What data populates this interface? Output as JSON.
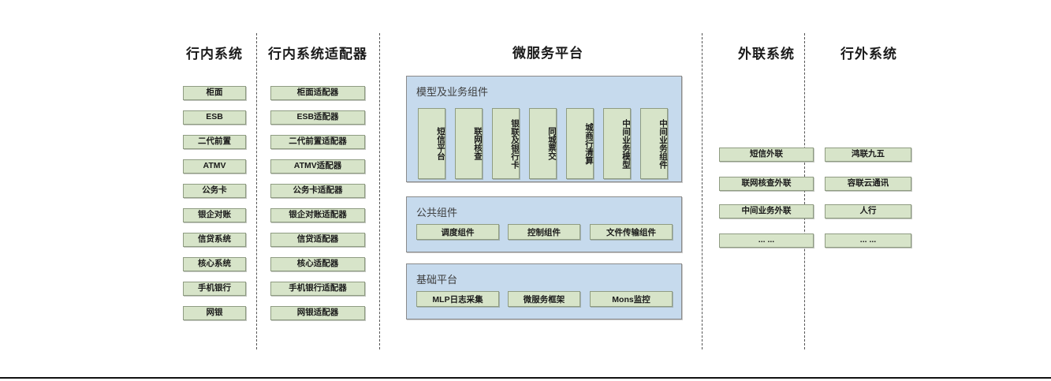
{
  "diagram": {
    "title_bar_present": true,
    "colors": {
      "node_fill": "#d7e4c9",
      "node_border": "#8f9c82",
      "panel_fill": "#c6daed",
      "panel_border": "#8a8a8a",
      "text": "#1a1a1a",
      "panel_label_text": "#3d3d3d",
      "divider": "#555555"
    },
    "columns": [
      {
        "id": "in-bank-systems",
        "title": "行内系统",
        "items": [
          "柜面",
          "ESB",
          "二代前置",
          "ATMV",
          "公务卡",
          "银企对账",
          "信贷系统",
          "核心系统",
          "手机银行",
          "网银"
        ]
      },
      {
        "id": "in-bank-adapters",
        "title": "行内系统适配器",
        "items": [
          "柜面适配器",
          "ESB适配器",
          "二代前置适配器",
          "ATMV适配器",
          "公务卡适配器",
          "银企对账适配器",
          "信贷适配器",
          "核心适配器",
          "手机银行适配器",
          "网银适配器"
        ]
      },
      {
        "id": "microservice-platform",
        "title": "微服务平台",
        "panels": [
          {
            "id": "model-business-components",
            "label": "模型及业务组件",
            "items": [
              "短信平台",
              "联网核查",
              "银联及银行卡",
              "同城票交",
              "城商行清算",
              "中间业务模型",
              "中间业务组件"
            ]
          },
          {
            "id": "public-components",
            "label": "公共组件",
            "items": [
              "调度组件",
              "控制组件",
              "文件传输组件"
            ]
          },
          {
            "id": "base-platform",
            "label": "基础平台",
            "items": [
              "MLP日志采集",
              "微服务框架",
              "Mons监控"
            ]
          }
        ]
      },
      {
        "id": "external-link-systems",
        "title": "外联系统",
        "items": [
          "短信外联",
          "联网核查外联",
          "中间业务外联",
          "... ..."
        ]
      },
      {
        "id": "out-of-bank-systems",
        "title": "行外系统",
        "items": [
          "鸿联九五",
          "容联云通讯",
          "人行",
          "... ..."
        ]
      }
    ]
  }
}
